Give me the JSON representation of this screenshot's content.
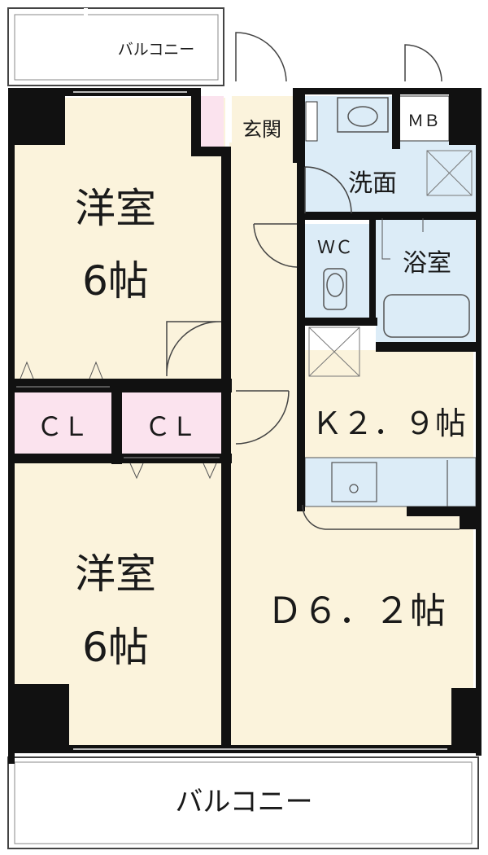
{
  "rooms": {
    "balcony_top": "バルコニー",
    "western_room_1": {
      "name": "洋室",
      "size": "6帖"
    },
    "closet_1": "ＣＬ",
    "closet_2": "ＣＬ",
    "western_room_2": {
      "name": "洋室",
      "size": "6帖"
    },
    "entrance": "玄関",
    "meter_box": "ＭＢ",
    "washroom": "洗面",
    "toilet": "ＷＣ",
    "bathroom": "浴室",
    "kitchen": "Ｋ２．９帖",
    "dining": "Ｄ６．２帖",
    "balcony_bottom": "バルコニー"
  },
  "colors": {
    "room_cream": "#fbf3dc",
    "closet_pink": "#fbe3ee",
    "wet_blue": "#dcecf7",
    "wall": "#111111",
    "line": "#555555"
  }
}
